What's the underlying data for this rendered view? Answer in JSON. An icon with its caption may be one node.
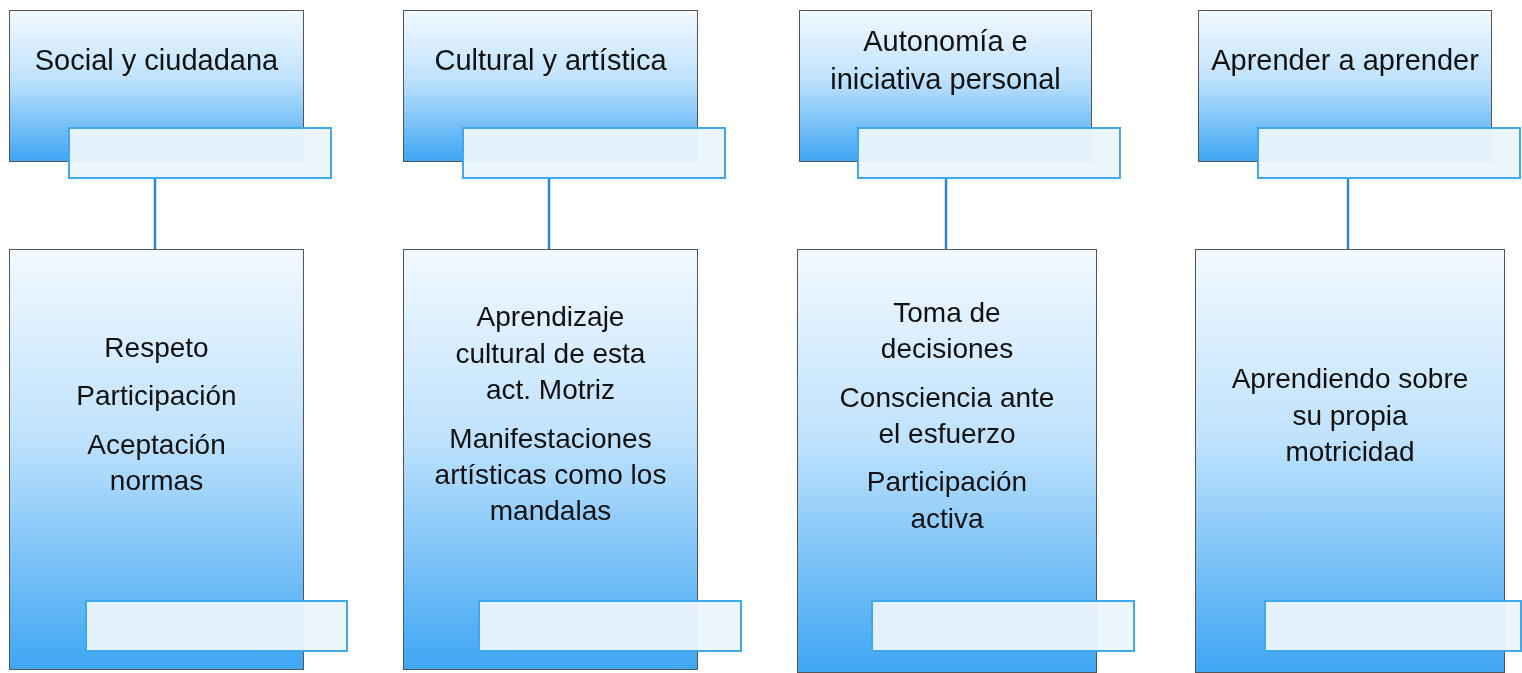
{
  "diagram": {
    "nodes": [
      {
        "text": [
          "Social y ciudadana"
        ]
      },
      {
        "text": [],
        "shape": "box"
      },
      {
        "text": [
          "Respeto",
          "Participación",
          "Aceptación normas"
        ]
      },
      {
        "text": [],
        "shape": "box"
      },
      {
        "text": [
          "Cultural y artística"
        ]
      },
      {
        "text": [],
        "shape": "box"
      },
      {
        "text": [
          "Aprendizaje cultural de esta act. Motriz",
          "Manifestaciones artísticas como los mandalas"
        ]
      },
      {
        "text": [],
        "shape": "box"
      },
      {
        "text": [
          "Autonomía e iniciativa personal"
        ]
      },
      {
        "text": [],
        "shape": "box"
      },
      {
        "text": [
          "Toma de decisiones",
          "Consciencia ante el esfuerzo",
          "Participación activa"
        ]
      },
      {
        "text": [],
        "shape": "box"
      },
      {
        "text": [
          "Aprender a aprender"
        ]
      },
      {
        "text": [],
        "shape": "box"
      },
      {
        "text": [
          "Aprendiendo sobre su propia motricidad"
        ]
      },
      {
        "text": [],
        "shape": "box"
      }
    ],
    "edges": [
      {
        "from": 1,
        "to": 2,
        "arrow": "none"
      },
      {
        "from": 5,
        "to": 6,
        "arrow": "none"
      },
      {
        "from": 9,
        "to": 10,
        "arrow": "none"
      },
      {
        "from": 13,
        "to": 14,
        "arrow": "none"
      }
    ]
  }
}
